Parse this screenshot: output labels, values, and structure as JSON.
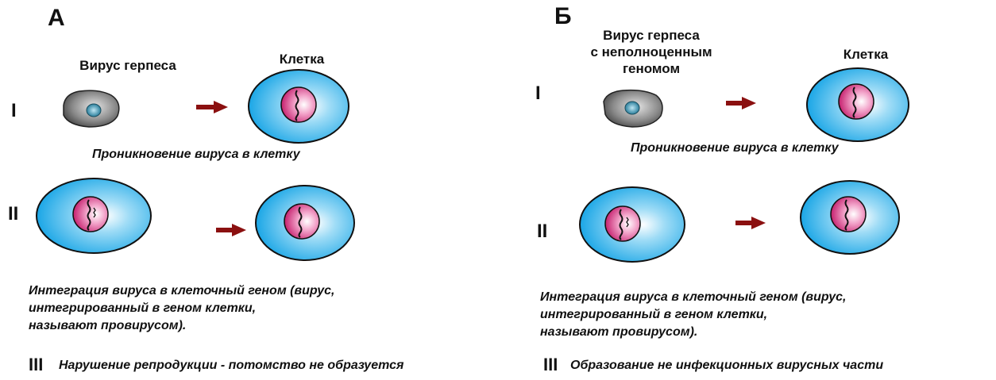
{
  "panels": [
    {
      "letter": "А",
      "virus_label": "Вирус герпеса",
      "cell_label": "Клетка",
      "step1_numeral": "I",
      "step1_caption": "Проникновение вируса в клетку",
      "step2_numeral": "II",
      "step2_caption": [
        "Интеграция вируса в клеточный геном (вирус,",
        "интегрированный в геном клетки,",
        "называют провирусом)."
      ],
      "step3_numeral": "III",
      "step3_caption": "Нарушение репродукции - потомство не образуется"
    },
    {
      "letter": "Б",
      "virus_label": [
        "Вирус герпеса",
        "с неполноценным",
        "геномом"
      ],
      "cell_label": "Клетка",
      "step1_numeral": "I",
      "step1_caption": "Проникновение вируса в клетку",
      "step2_numeral": "II",
      "step2_caption": [
        "Интеграция вируса в клеточный геном (вирус,",
        "интегрированный в геном клетки,",
        "называют провирусом)."
      ],
      "step3_numeral": "III",
      "step3_caption": "Образование не инфекционных вирусных части"
    }
  ],
  "colors": {
    "cell": "#2fb4ec",
    "nucleus": "#d6307e",
    "arrow": "#8b1010",
    "virus": "#6f6f6f"
  }
}
